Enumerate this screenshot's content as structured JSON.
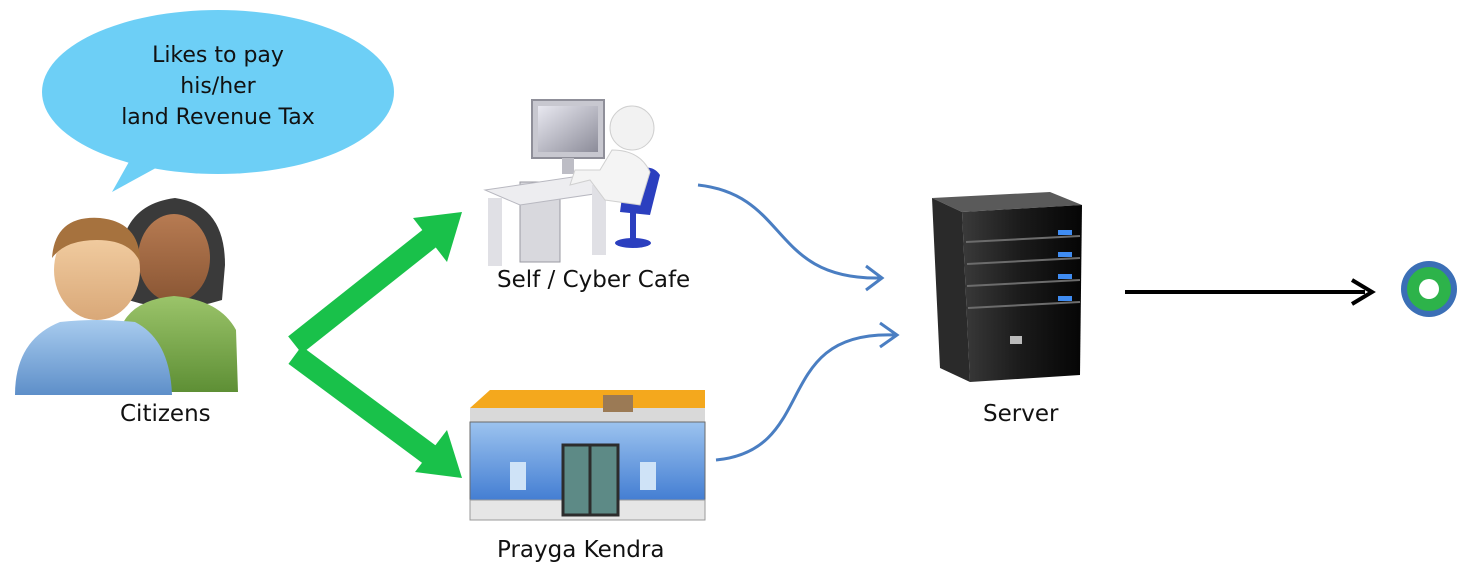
{
  "speech_bubble": {
    "lines": [
      "Likes to pay",
      "his/her",
      "land Revenue Tax"
    ],
    "fill": "#6DCFF6"
  },
  "nodes": {
    "citizens": "Citizens",
    "self_cyber_cafe": "Self / Cyber Cafe",
    "prayga_kendra": "Prayga Kendra",
    "server": "Server"
  },
  "icons": {
    "citizens": "citizens-people-icon",
    "self_cyber_cafe": "computer-user-icon",
    "prayga_kendra": "kendra-building-icon",
    "server": "server-tower-icon",
    "endpoint": "ring-endpoint-icon"
  },
  "colors": {
    "green_arrow": "#19C14A",
    "blue_connector": "#4A7EC2",
    "black_arrow": "#000000",
    "ring_outer": "#3B6FB6",
    "ring_inner": "#2DB34A"
  }
}
